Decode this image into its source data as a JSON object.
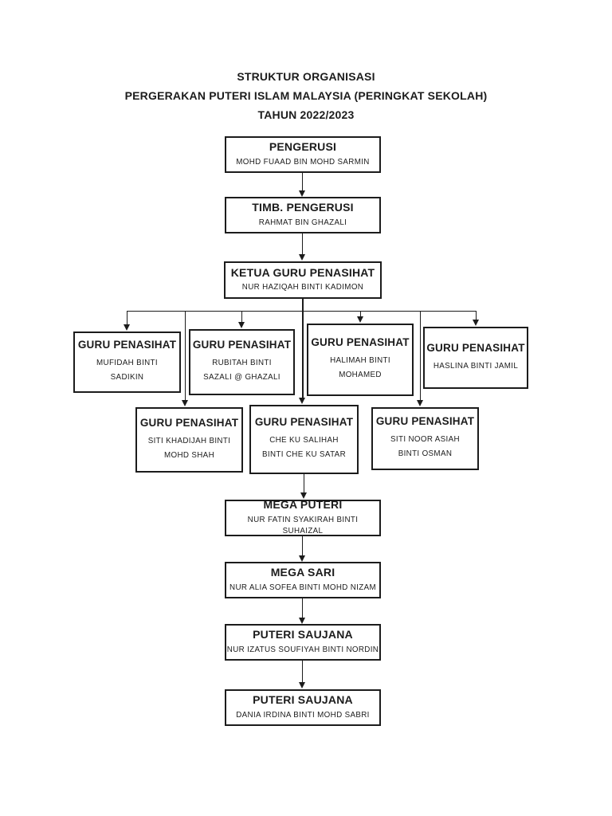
{
  "document": {
    "title_lines": [
      "STRUKTUR ORGANISASI",
      "PERGERAKAN PUTERI ISLAM MALAYSIA (PERINGKAT SEKOLAH)",
      "TAHUN 2022/2023"
    ]
  },
  "colors": {
    "background": "#ffffff",
    "box_border": "#1c1c1c",
    "text": "#1c1c1c",
    "connector": "#1c1c1c"
  },
  "org_chart": {
    "type": "organization-chart",
    "nodes": {
      "pengerusi": {
        "role": "PENGERUSI",
        "name": "MOHD FUAAD BIN MOHD SARMIN"
      },
      "timb_pengerusi": {
        "role": "TIMB. PENGERUSI",
        "name": "RAHMAT BIN GHAZALI"
      },
      "ketua_guru_penasihat": {
        "role": "KETUA GURU PENASIHAT",
        "name": "NUR HAZIQAH BINTI KADIMON"
      },
      "guru_penasihat_1": {
        "role": "GURU PENASIHAT",
        "name_lines": [
          "MUFIDAH BINTI",
          "SADIKIN"
        ]
      },
      "guru_penasihat_2": {
        "role": "GURU PENASIHAT",
        "name_lines": [
          "RUBITAH BINTI",
          "SAZALI @ GHAZALI"
        ]
      },
      "guru_penasihat_3": {
        "role": "GURU PENASIHAT",
        "name_lines": [
          "HALIMAH BINTI",
          "MOHAMED"
        ]
      },
      "guru_penasihat_4": {
        "role": "GURU PENASIHAT",
        "name_lines": [
          "HASLINA BINTI JAMIL"
        ]
      },
      "guru_penasihat_5": {
        "role": "GURU PENASIHAT",
        "name_lines": [
          "SITI KHADIJAH BINTI",
          "MOHD SHAH"
        ]
      },
      "guru_penasihat_6": {
        "role": "GURU PENASIHAT",
        "name_lines": [
          "CHE KU SALIHAH",
          "BINTI CHE KU SATAR"
        ]
      },
      "guru_penasihat_7": {
        "role": "GURU PENASIHAT",
        "name_lines": [
          "SITI NOOR ASIAH",
          "BINTI OSMAN"
        ]
      },
      "mega_puteri": {
        "role": "MEGA PUTERI",
        "name": "NUR FATIN SYAKIRAH BINTI SUHAIZAL"
      },
      "mega_sari": {
        "role": "MEGA SARI",
        "name": "NUR ALIA SOFEA BINTI MOHD NIZAM"
      },
      "puteri_saujana_1": {
        "role": "PUTERI SAUJANA",
        "name": "NUR IZATUS SOUFIYAH BINTI NORDIN"
      },
      "puteri_saujana_2": {
        "role": "PUTERI SAUJANA",
        "name": "DANIA IRDINA BINTI MOHD SABRI"
      }
    },
    "hierarchy": [
      "pengerusi > timb_pengerusi",
      "timb_pengerusi > ketua_guru_penasihat",
      "ketua_guru_penasihat > guru_penasihat_1, guru_penasihat_2, guru_penasihat_3, guru_penasihat_4, guru_penasihat_5, guru_penasihat_6, guru_penasihat_7",
      "guru_penasihat_6 > mega_puteri",
      "mega_puteri > mega_sari",
      "mega_sari > puteri_saujana_1",
      "puteri_saujana_1 > puteri_saujana_2"
    ]
  }
}
